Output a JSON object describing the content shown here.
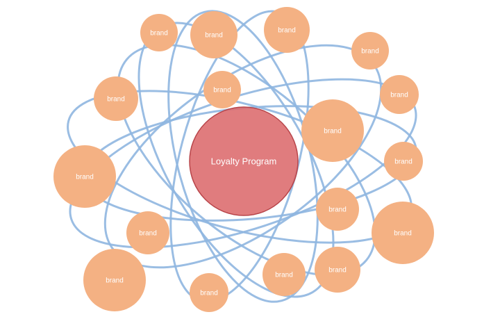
{
  "hub": {
    "label": "Loyalty Program",
    "color": "#dc6a6c"
  },
  "node_color": "#f4b183",
  "line_color": "#8fb6e0",
  "nodes": [
    {
      "label": "brand"
    },
    {
      "label": "brand"
    },
    {
      "label": "brand"
    },
    {
      "label": "brand"
    },
    {
      "label": "brand"
    },
    {
      "label": "brand"
    },
    {
      "label": "brand"
    },
    {
      "label": "brand"
    },
    {
      "label": "brand"
    },
    {
      "label": "brand"
    },
    {
      "label": "brand"
    },
    {
      "label": "brand"
    },
    {
      "label": "brand"
    },
    {
      "label": "brand"
    },
    {
      "label": "brand"
    },
    {
      "label": "brand"
    },
    {
      "label": "brand"
    }
  ]
}
